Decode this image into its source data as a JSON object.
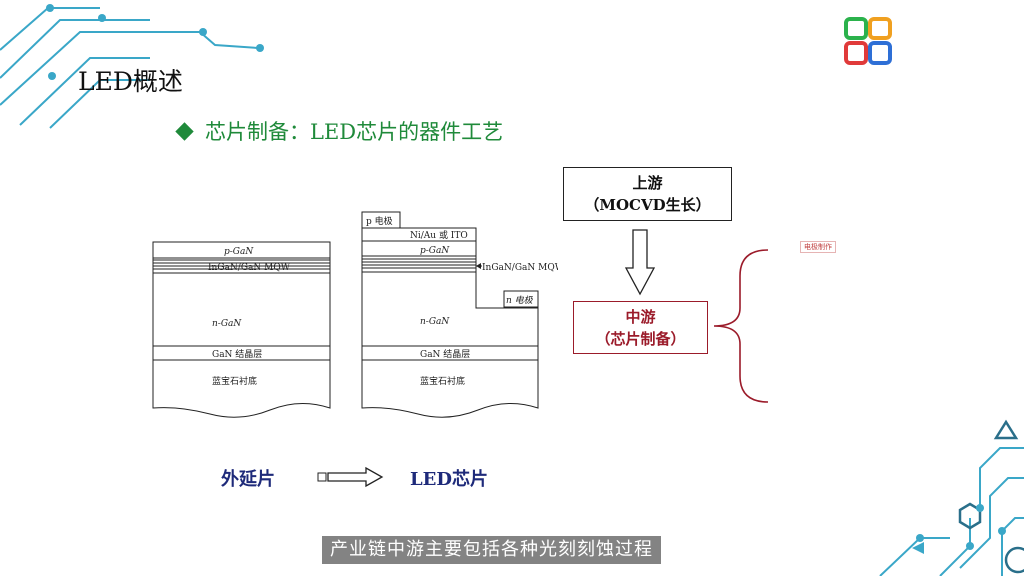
{
  "slide": {
    "title": "LED概述",
    "bullet": "芯片制备：LED芯片的器件工艺"
  },
  "diagram": {
    "left": {
      "p_layer": "p-GaN",
      "mqw": "InGaN/GaN MQW",
      "n_layer": "n-GaN",
      "nucleation": "GaN 结晶层",
      "substrate": "蓝宝石衬底"
    },
    "right": {
      "p_electrode": "p 电极",
      "contact": "Ni/Au 或 ITO",
      "p_layer": "p-GaN",
      "mqw": "InGaN/GaN MQW",
      "n_electrode": "n 电极",
      "n_layer": "n-GaN",
      "nucleation": "GaN 结晶层",
      "substrate": "蓝宝石衬底"
    },
    "caption_left": "外延片",
    "caption_right": "LED芯片"
  },
  "chain": {
    "upstream_line1": "上游",
    "upstream_line2": "（MOCVD生长）",
    "midstream_line1": "中游",
    "midstream_line2": "（芯片制备）",
    "tag": "电极制作"
  },
  "subtitle": "产业链中游主要包括各种光刻刻蚀过程",
  "colors": {
    "accent_green": "#1f8a3a",
    "accent_red": "#9b1b2a",
    "deco_blue": "#3aa7c8",
    "caption_blue": "#1e2a7a"
  }
}
